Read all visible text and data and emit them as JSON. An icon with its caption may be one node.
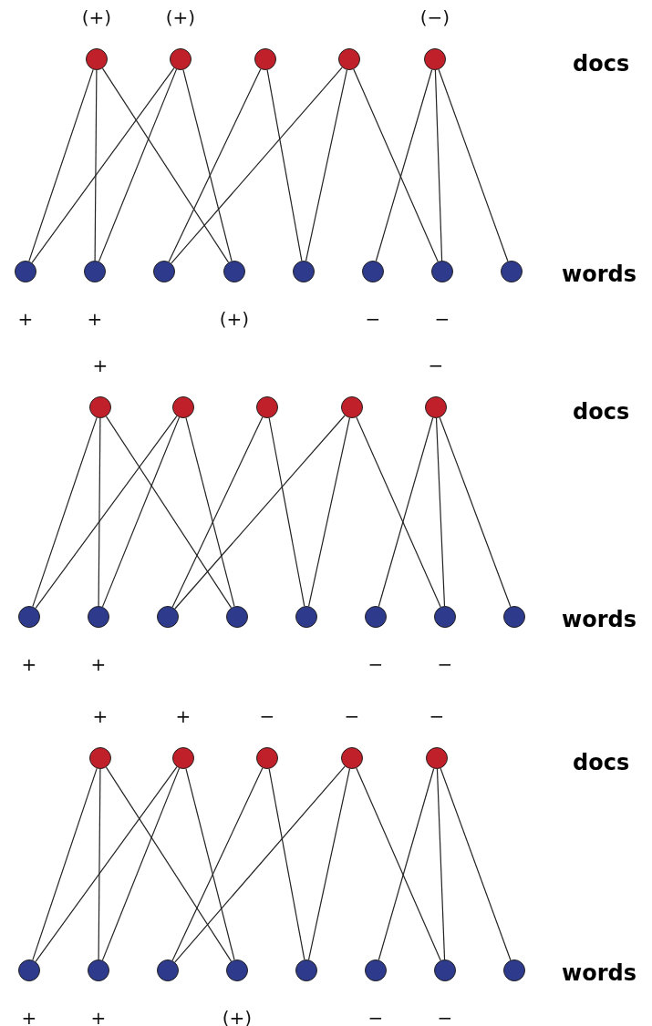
{
  "diagram": {
    "nodes": [
      {
        "text": [],
        "shape": "circle",
        "beside": [
          "(+)"
        ]
      },
      {
        "text": [],
        "shape": "circle",
        "beside": [
          "(+)"
        ]
      },
      {
        "text": [],
        "shape": "circle"
      },
      {
        "text": [],
        "shape": "circle"
      },
      {
        "text": [],
        "shape": "circle",
        "beside": [
          "(−)"
        ]
      },
      {
        "text": [],
        "shape": "circle",
        "beside": [
          "+"
        ]
      },
      {
        "text": [],
        "shape": "circle",
        "beside": [
          "+"
        ]
      },
      {
        "text": [],
        "shape": "circle"
      },
      {
        "text": [],
        "shape": "circle",
        "beside": [
          "(+)"
        ]
      },
      {
        "text": [],
        "shape": "circle"
      },
      {
        "text": [],
        "shape": "circle",
        "beside": [
          "−"
        ]
      },
      {
        "text": [],
        "shape": "circle",
        "beside": [
          "−"
        ]
      },
      {
        "text": [],
        "shape": "circle"
      },
      {
        "text": [],
        "shape": "circle",
        "beside": [
          "+"
        ]
      },
      {
        "text": [],
        "shape": "circle"
      },
      {
        "text": [],
        "shape": "circle"
      },
      {
        "text": [],
        "shape": "circle"
      },
      {
        "text": [],
        "shape": "circle",
        "beside": [
          "−"
        ]
      },
      {
        "text": [],
        "shape": "circle",
        "beside": [
          "+"
        ]
      },
      {
        "text": [],
        "shape": "circle",
        "beside": [
          "+"
        ]
      },
      {
        "text": [],
        "shape": "circle"
      },
      {
        "text": [],
        "shape": "circle"
      },
      {
        "text": [],
        "shape": "circle"
      },
      {
        "text": [],
        "shape": "circle",
        "beside": [
          "−"
        ]
      },
      {
        "text": [],
        "shape": "circle",
        "beside": [
          "−"
        ]
      },
      {
        "text": [],
        "shape": "circle"
      },
      {
        "text": [],
        "shape": "circle",
        "beside": [
          "+"
        ]
      },
      {
        "text": [],
        "shape": "circle",
        "beside": [
          "+"
        ]
      },
      {
        "text": [],
        "shape": "circle",
        "beside": [
          "−"
        ]
      },
      {
        "text": [],
        "shape": "circle",
        "beside": [
          "−"
        ]
      },
      {
        "text": [],
        "shape": "circle",
        "beside": [
          "−"
        ]
      },
      {
        "text": [],
        "shape": "circle",
        "beside": [
          "+"
        ]
      },
      {
        "text": [],
        "shape": "circle",
        "beside": [
          "+"
        ]
      },
      {
        "text": [],
        "shape": "circle"
      },
      {
        "text": [],
        "shape": "circle",
        "beside": [
          "(+)"
        ]
      },
      {
        "text": [],
        "shape": "circle"
      },
      {
        "text": [],
        "shape": "circle",
        "beside": [
          "−"
        ]
      },
      {
        "text": [],
        "shape": "circle",
        "beside": [
          "−"
        ]
      },
      {
        "text": [],
        "shape": "circle"
      }
    ],
    "edges": [
      {
        "from": 0,
        "to": 5,
        "arrow": "none"
      },
      {
        "from": 0,
        "to": 6,
        "arrow": "none"
      },
      {
        "from": 0,
        "to": 8,
        "arrow": "none"
      },
      {
        "from": 1,
        "to": 5,
        "arrow": "none"
      },
      {
        "from": 1,
        "to": 6,
        "arrow": "none"
      },
      {
        "from": 1,
        "to": 8,
        "arrow": "none"
      },
      {
        "from": 2,
        "to": 7,
        "arrow": "none"
      },
      {
        "from": 2,
        "to": 9,
        "arrow": "none"
      },
      {
        "from": 3,
        "to": 7,
        "arrow": "none"
      },
      {
        "from": 3,
        "to": 9,
        "arrow": "none"
      },
      {
        "from": 3,
        "to": 11,
        "arrow": "none"
      },
      {
        "from": 4,
        "to": 10,
        "arrow": "none"
      },
      {
        "from": 4,
        "to": 11,
        "arrow": "none"
      },
      {
        "from": 4,
        "to": 12,
        "arrow": "none"
      },
      {
        "from": 13,
        "to": 18,
        "arrow": "none"
      },
      {
        "from": 13,
        "to": 19,
        "arrow": "none"
      },
      {
        "from": 13,
        "to": 21,
        "arrow": "none"
      },
      {
        "from": 14,
        "to": 18,
        "arrow": "none"
      },
      {
        "from": 14,
        "to": 19,
        "arrow": "none"
      },
      {
        "from": 14,
        "to": 21,
        "arrow": "none"
      },
      {
        "from": 15,
        "to": 20,
        "arrow": "none"
      },
      {
        "from": 15,
        "to": 22,
        "arrow": "none"
      },
      {
        "from": 16,
        "to": 20,
        "arrow": "none"
      },
      {
        "from": 16,
        "to": 22,
        "arrow": "none"
      },
      {
        "from": 16,
        "to": 24,
        "arrow": "none"
      },
      {
        "from": 17,
        "to": 23,
        "arrow": "none"
      },
      {
        "from": 17,
        "to": 24,
        "arrow": "none"
      },
      {
        "from": 17,
        "to": 25,
        "arrow": "none"
      },
      {
        "from": 26,
        "to": 31,
        "arrow": "none"
      },
      {
        "from": 26,
        "to": 32,
        "arrow": "none"
      },
      {
        "from": 26,
        "to": 34,
        "arrow": "none"
      },
      {
        "from": 27,
        "to": 31,
        "arrow": "none"
      },
      {
        "from": 27,
        "to": 32,
        "arrow": "none"
      },
      {
        "from": 27,
        "to": 34,
        "arrow": "none"
      },
      {
        "from": 28,
        "to": 33,
        "arrow": "none"
      },
      {
        "from": 28,
        "to": 35,
        "arrow": "none"
      },
      {
        "from": 29,
        "to": 33,
        "arrow": "none"
      },
      {
        "from": 29,
        "to": 35,
        "arrow": "none"
      },
      {
        "from": 29,
        "to": 37,
        "arrow": "none"
      },
      {
        "from": 30,
        "to": 36,
        "arrow": "none"
      },
      {
        "from": 30,
        "to": 37,
        "arrow": "none"
      },
      {
        "from": 30,
        "to": 38,
        "arrow": "none"
      }
    ],
    "labels": [
      "docs",
      "words",
      "docs",
      "words",
      "docs",
      "words"
    ]
  }
}
